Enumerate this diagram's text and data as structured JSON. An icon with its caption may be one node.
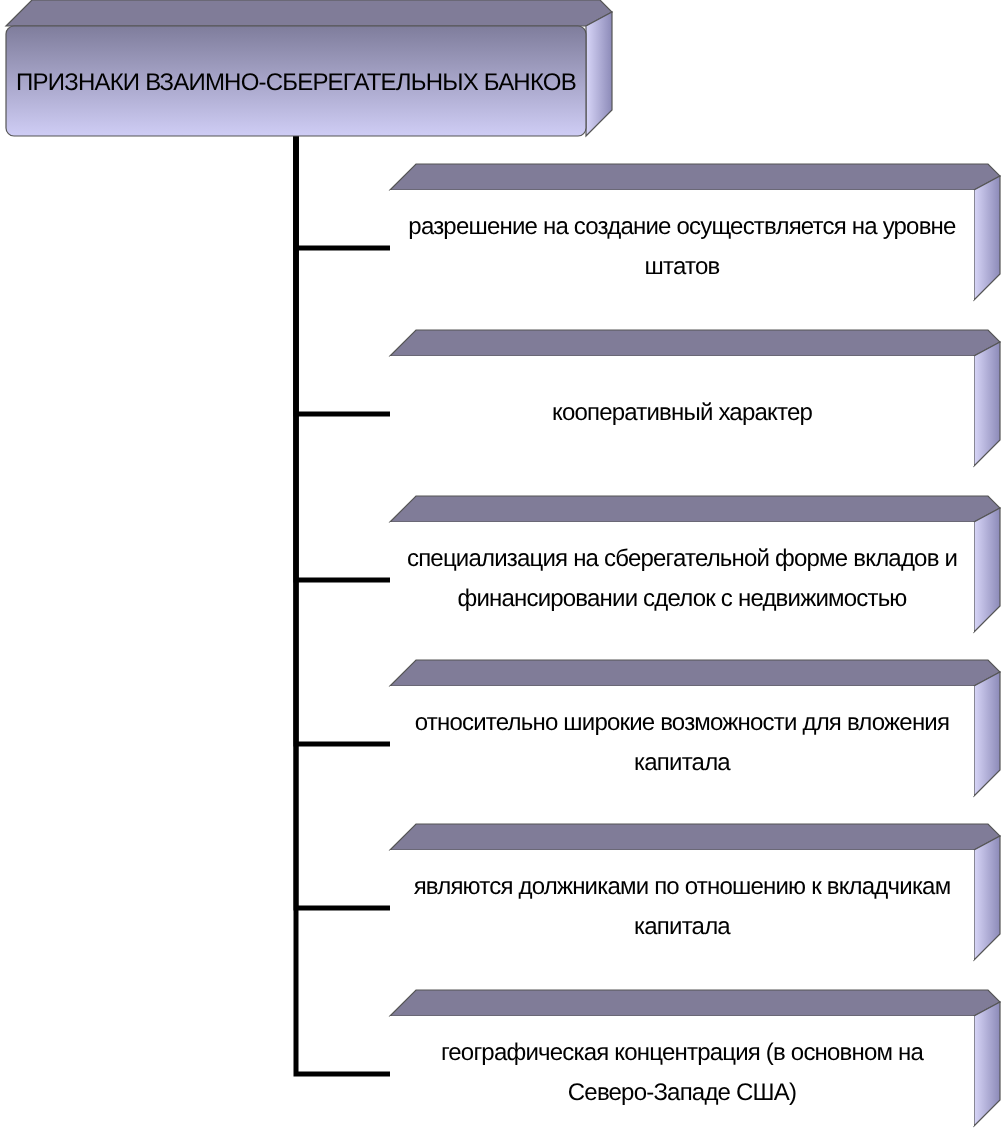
{
  "diagram": {
    "nodes": [
      {
        "text": [
          "ПРИЗНАКИ ВЗАИМНО-СБЕРЕГАТЕЛЬНЫХ БАНКОВ"
        ]
      },
      {
        "text": [
          "разрешение на создание осуществляется на уровне штатов"
        ]
      },
      {
        "text": [
          "кооперативный характер"
        ]
      },
      {
        "text": [
          "специализация на сберегательной форме вкладов и финансировании сделок с недвижимостью"
        ]
      },
      {
        "text": [
          "относительно широкие возможности для вложения капитала"
        ]
      },
      {
        "text": [
          "являются должниками по отношению к вкладчикам капитала"
        ]
      },
      {
        "text": [
          "географическая концентрация (в основном на Северо-Западе США)"
        ]
      }
    ],
    "edges": [
      {
        "from": 0,
        "to": 1,
        "arrow": "none"
      },
      {
        "from": 0,
        "to": 2,
        "arrow": "none"
      },
      {
        "from": 0,
        "to": 3,
        "arrow": "none"
      },
      {
        "from": 0,
        "to": 4,
        "arrow": "none"
      },
      {
        "from": 0,
        "to": 5,
        "arrow": "none"
      },
      {
        "from": 0,
        "to": 6,
        "arrow": "none"
      }
    ]
  }
}
